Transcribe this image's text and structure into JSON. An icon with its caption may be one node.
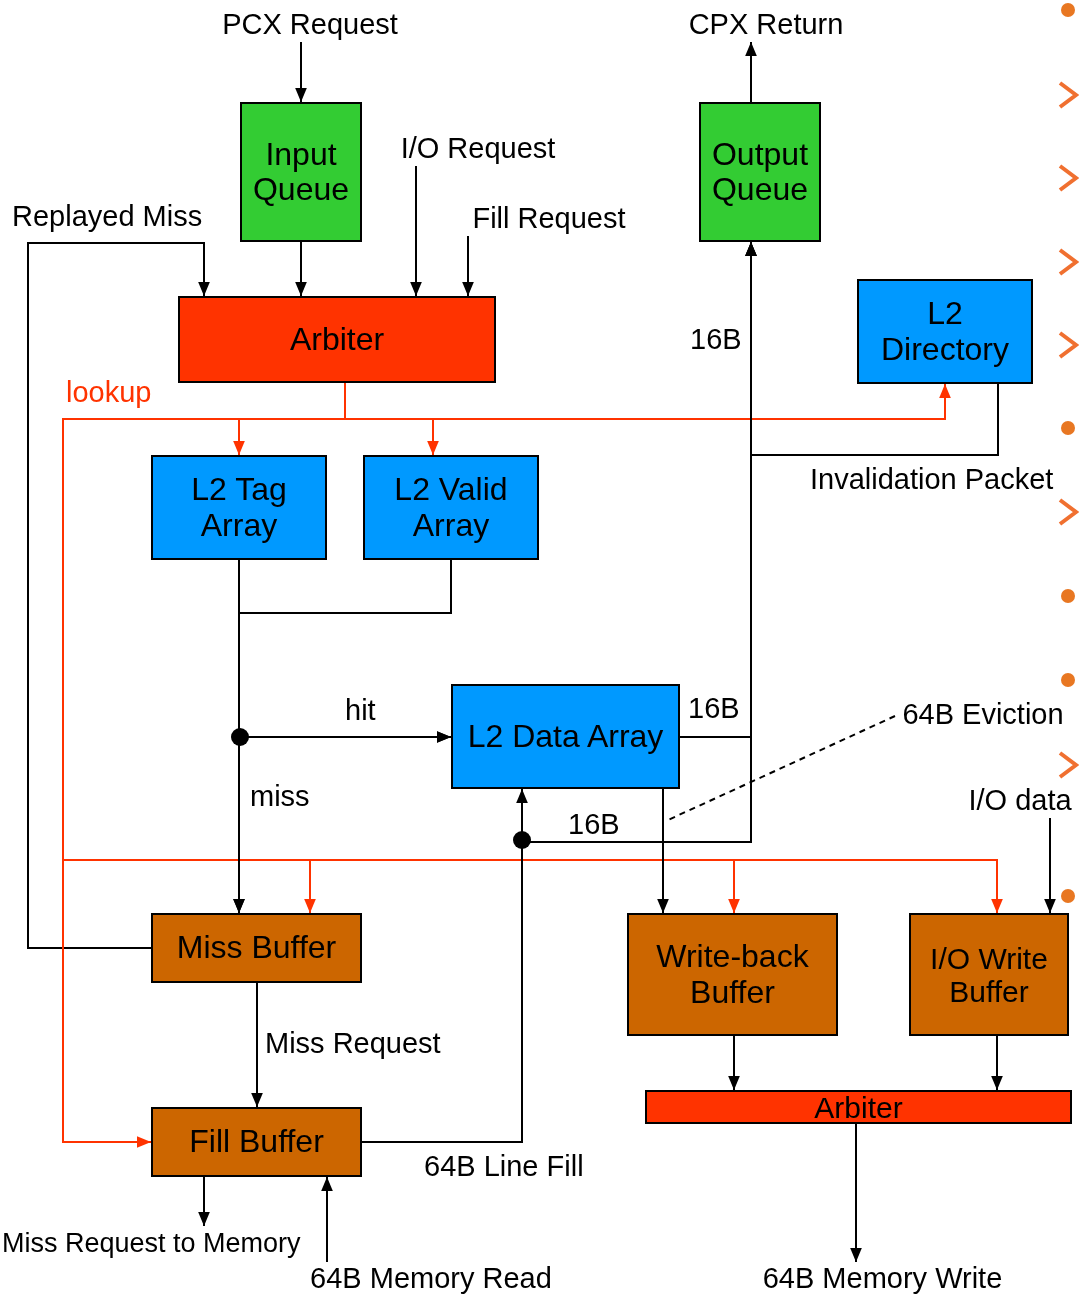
{
  "diagram": {
    "nodes": [
      {
        "text": [
          "PCX Request"
        ]
      },
      {
        "text": [
          "Input Queue"
        ]
      },
      {
        "text": [
          "I/O Request"
        ]
      },
      {
        "text": [
          "Fill Request"
        ]
      },
      {
        "text": [
          "Arbiter"
        ]
      },
      {
        "text": [
          "CPX Return"
        ]
      },
      {
        "text": [
          "Output Queue"
        ]
      },
      {
        "text": [
          "L2 Directory"
        ]
      },
      {
        "text": [
          "L2 Tag Array"
        ]
      },
      {
        "text": [
          "L2 Valid Array"
        ]
      },
      {
        "text": [
          "L2 Data Array"
        ]
      },
      {
        "text": [
          "64B Eviction"
        ]
      },
      {
        "text": [
          "I/O data"
        ]
      },
      {
        "text": [
          "Miss Buffer"
        ]
      },
      {
        "text": [
          "Write-back Buffer"
        ]
      },
      {
        "text": [
          "I/O Write Buffer"
        ]
      },
      {
        "text": [
          "Fill Buffer"
        ]
      },
      {
        "text": [
          "Arbiter"
        ]
      },
      {
        "text": [
          "Miss Request to Memory"
        ]
      },
      {
        "text": [
          "64B Memory Read"
        ]
      },
      {
        "text": [
          "64B Memory Write"
        ]
      }
    ],
    "edges": [
      {
        "from": 0,
        "to": 1,
        "arrow": "to"
      },
      {
        "from": 1,
        "to": 4,
        "arrow": "to"
      },
      {
        "from": 13,
        "to": 4,
        "arrow": "to",
        "label": "Replayed Miss"
      },
      {
        "from": 2,
        "to": 4,
        "arrow": "to"
      },
      {
        "from": 3,
        "to": 4,
        "arrow": "to"
      },
      {
        "from": 4,
        "to": 8,
        "arrow": "to",
        "color": "#ff3300"
      },
      {
        "from": 4,
        "to": 9,
        "arrow": "to",
        "color": "#ff3300"
      },
      {
        "from": 4,
        "to": 7,
        "arrow": "to",
        "color": "#ff3300"
      },
      {
        "from": 4,
        "to": 13,
        "arrow": "to",
        "color": "#ff3300"
      },
      {
        "from": 4,
        "to": 14,
        "arrow": "to",
        "color": "#ff3300"
      },
      {
        "from": 4,
        "to": 15,
        "arrow": "to",
        "color": "#ff3300"
      },
      {
        "from": 4,
        "to": 16,
        "arrow": "to",
        "color": "#ff3300",
        "label": "lookup"
      },
      {
        "from": 8,
        "to": 10,
        "arrow": "to",
        "label": "hit"
      },
      {
        "from": 9,
        "to": 10,
        "arrow": "to"
      },
      {
        "from": 8,
        "to": 13,
        "arrow": "to",
        "label": "miss"
      },
      {
        "from": 9,
        "to": 13,
        "arrow": "to"
      },
      {
        "from": 10,
        "to": 6,
        "arrow": "to",
        "label": "16B"
      },
      {
        "from": 16,
        "to": 10,
        "arrow": "to",
        "label": "64B Line Fill"
      },
      {
        "from": 16,
        "to": 6,
        "arrow": "to",
        "label": "16B"
      },
      {
        "from": 7,
        "to": 6,
        "arrow": "to",
        "label": "Invalidation Packet"
      },
      {
        "from": 6,
        "to": 5,
        "arrow": "to"
      },
      {
        "from": 10,
        "to": 14,
        "arrow": "to"
      },
      {
        "from": 11,
        "to": null,
        "arrow": "none",
        "style": "dashed"
      },
      {
        "from": 12,
        "to": 15,
        "arrow": "to"
      },
      {
        "from": 13,
        "to": 16,
        "arrow": "to",
        "label": "Miss Request"
      },
      {
        "from": 16,
        "to": 18,
        "arrow": "to"
      },
      {
        "from": 19,
        "to": 16,
        "arrow": "to"
      },
      {
        "from": 14,
        "to": 17,
        "arrow": "to"
      },
      {
        "from": 15,
        "to": 17,
        "arrow": "to"
      },
      {
        "from": 17,
        "to": 20,
        "arrow": "to"
      }
    ],
    "labels": [
      "16B"
    ]
  }
}
